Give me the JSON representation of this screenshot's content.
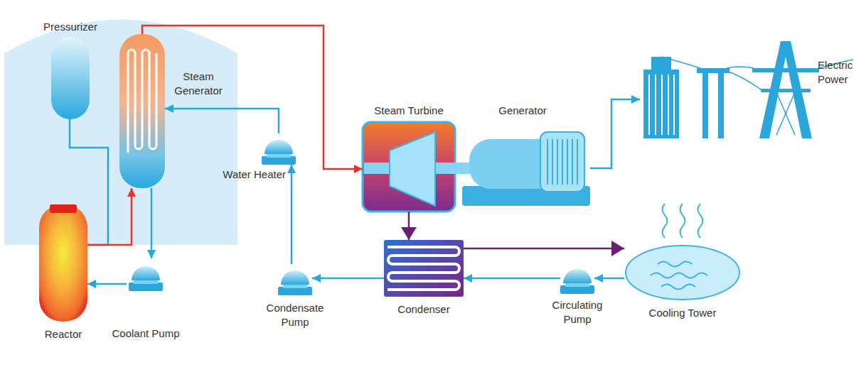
{
  "diagram": {
    "nodes": [
      {
        "text": [
          "Pressurizer"
        ]
      },
      {
        "text": [
          "Steam Generator"
        ]
      },
      {
        "text": [
          "Reactor"
        ]
      },
      {
        "text": [
          "Coolant Pump"
        ]
      },
      {
        "text": [
          "Water Heater"
        ]
      },
      {
        "text": [
          "Steam Turbine"
        ]
      },
      {
        "text": [
          "Generator"
        ]
      },
      {
        "text": [
          "Electric Power"
        ]
      },
      {
        "text": [
          "Condenser"
        ]
      },
      {
        "text": [
          "Cooling Tower"
        ]
      },
      {
        "text": [
          "Circulating Pump"
        ]
      },
      {
        "text": [
          "Condensate Pump"
        ]
      }
    ],
    "edges": [
      {
        "from": 2,
        "to": 1,
        "arrow": "to"
      },
      {
        "from": 0,
        "to": 2,
        "arrow": "none"
      },
      {
        "from": 1,
        "to": 3,
        "arrow": "to"
      },
      {
        "from": 3,
        "to": 2,
        "arrow": "to"
      },
      {
        "from": 1,
        "to": 5,
        "arrow": "to"
      },
      {
        "from": 4,
        "to": 1,
        "arrow": "to"
      },
      {
        "from": 5,
        "to": 8,
        "arrow": "to"
      },
      {
        "from": 6,
        "to": 7,
        "arrow": "to"
      },
      {
        "from": 8,
        "to": 9,
        "arrow": "to"
      },
      {
        "from": 9,
        "to": 10,
        "arrow": "to"
      },
      {
        "from": 10,
        "to": 8,
        "arrow": "to"
      },
      {
        "from": 8,
        "to": 11,
        "arrow": "to"
      },
      {
        "from": 11,
        "to": 4,
        "arrow": "to"
      }
    ]
  }
}
